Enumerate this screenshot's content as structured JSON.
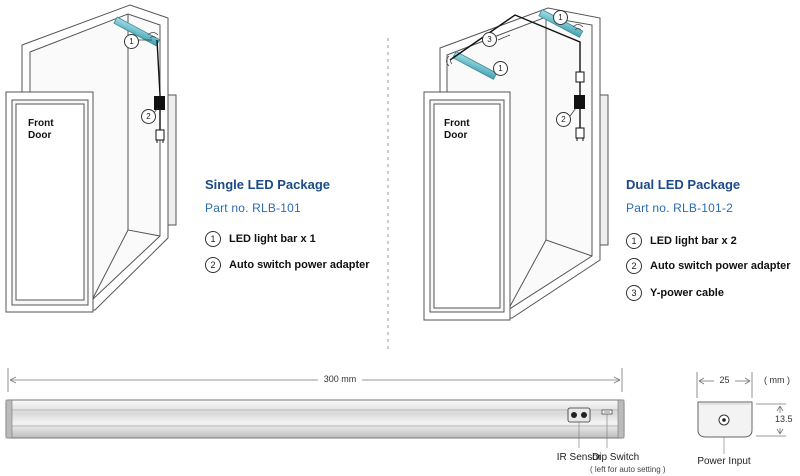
{
  "single": {
    "title": "Single LED Package",
    "part": "Part no. RLB-101",
    "items": [
      {
        "num": "1",
        "label": "LED light bar x 1"
      },
      {
        "num": "2",
        "label": "Auto switch power adapter"
      }
    ],
    "door": {
      "line1": "Front",
      "line2": "Door"
    },
    "callouts": [
      "1",
      "2"
    ]
  },
  "dual": {
    "title": "Dual LED Package",
    "part": "Part no. RLB-101-2",
    "items": [
      {
        "num": "1",
        "label": "LED light bar x 2"
      },
      {
        "num": "2",
        "label": "Auto switch power adapter"
      },
      {
        "num": "3",
        "label": "Y-power cable"
      }
    ],
    "door": {
      "line1": "Front",
      "line2": "Door"
    },
    "callouts": [
      "3",
      "1",
      "1",
      "2"
    ]
  },
  "bar": {
    "length_label": "300 mm",
    "ir_sensor_label": "IR Sensor",
    "dip_switch_label": "Dip Switch",
    "dip_switch_note": "( left for auto setting )",
    "width_label": "25",
    "unit_label": "( mm )",
    "height_label": "13.5",
    "power_input_label": "Power Input"
  },
  "colors": {
    "title": "#1c4a86",
    "part": "#2a6cb3",
    "led": "#6fc3cf"
  }
}
